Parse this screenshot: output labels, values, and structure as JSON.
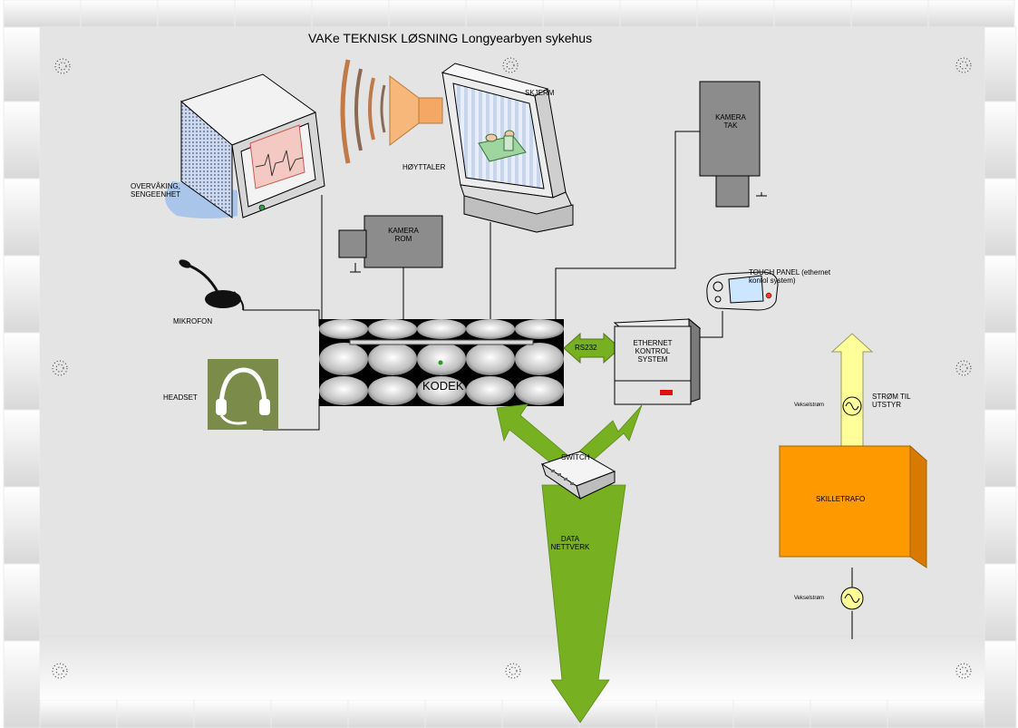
{
  "title": "VAKe TEKNISK LØSNING Longyearbyen sykehus",
  "labels": {
    "overvaking": "OVERVÅKING,\nSENGEENHET",
    "hoyttaler": "HØYTTALER",
    "skjerm": "SKJERM",
    "kamera_tak": "KAMERA\nTAK",
    "kamera_rom": "KAMERA\nROM",
    "touch_panel": "TOUCH PANEL (ethernet\nkontol system)",
    "mikrofon": "MIKROFON",
    "headset": "HEADSET",
    "kodek": "KODEK",
    "rs232": "RS232",
    "ethernet": "ETHERNET\nKONTROL\nSYSTEM",
    "switch": "SWITCH",
    "data_nettverk": "DATA\nNETTVERK",
    "vekselstrom_top": "Vekselstrøm",
    "strom_til_utstyr": "STRØM TIL\nUTSTYR",
    "skilletrafo": "SKILLETRAFO",
    "vekselstrom_bottom": "Vekselstrøm"
  },
  "colors": {
    "background": "#e4e4e4",
    "tile": "#f2f2f2",
    "green_arrow": "#77b021",
    "orange": "#ff9900",
    "yellow": "#ffff99",
    "camera": "#8c8c8c",
    "wire": "#000000"
  },
  "icons": [
    "monitor-icon",
    "speaker-icon",
    "screen-icon",
    "camera-icon",
    "microphone-icon",
    "headset-icon",
    "touch-panel-icon",
    "switch-icon",
    "ac-source-icon"
  ]
}
